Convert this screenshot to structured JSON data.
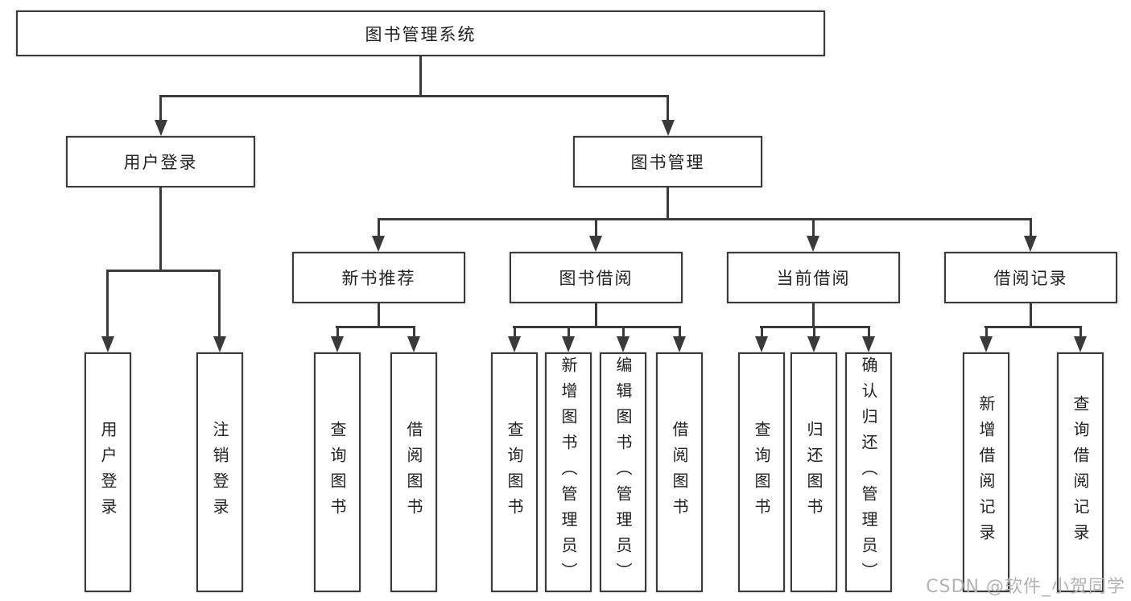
{
  "tree": {
    "label": "图书管理系统",
    "children": [
      {
        "label": "用户登录",
        "children": [
          {
            "label": "用户登录"
          },
          {
            "label": "注销登录"
          }
        ]
      },
      {
        "label": "图书管理",
        "children": [
          {
            "label": "新书推荐",
            "children": [
              {
                "label": "查询图书"
              },
              {
                "label": "借阅图书"
              }
            ]
          },
          {
            "label": "图书借阅",
            "children": [
              {
                "label": "查询图书"
              },
              {
                "label": "新增图书（管理员）"
              },
              {
                "label": "编辑图书（管理员）"
              },
              {
                "label": "借阅图书"
              }
            ]
          },
          {
            "label": "当前借阅",
            "children": [
              {
                "label": "查询图书"
              },
              {
                "label": "归还图书"
              },
              {
                "label": "确认归还（管理员）"
              }
            ]
          },
          {
            "label": "借阅记录",
            "children": [
              {
                "label": "新增借阅记录"
              },
              {
                "label": "查询借阅记录"
              }
            ]
          }
        ]
      }
    ]
  },
  "watermark": {
    "text": "CSDN @软件_小贺同学"
  },
  "colors": {
    "line": "#3a3a3a",
    "box_border": "#3a3a3a",
    "box_fill": "#ffffff",
    "text": "#222222",
    "watermark_text": "#b3b3b3",
    "background": "#ffffff"
  }
}
